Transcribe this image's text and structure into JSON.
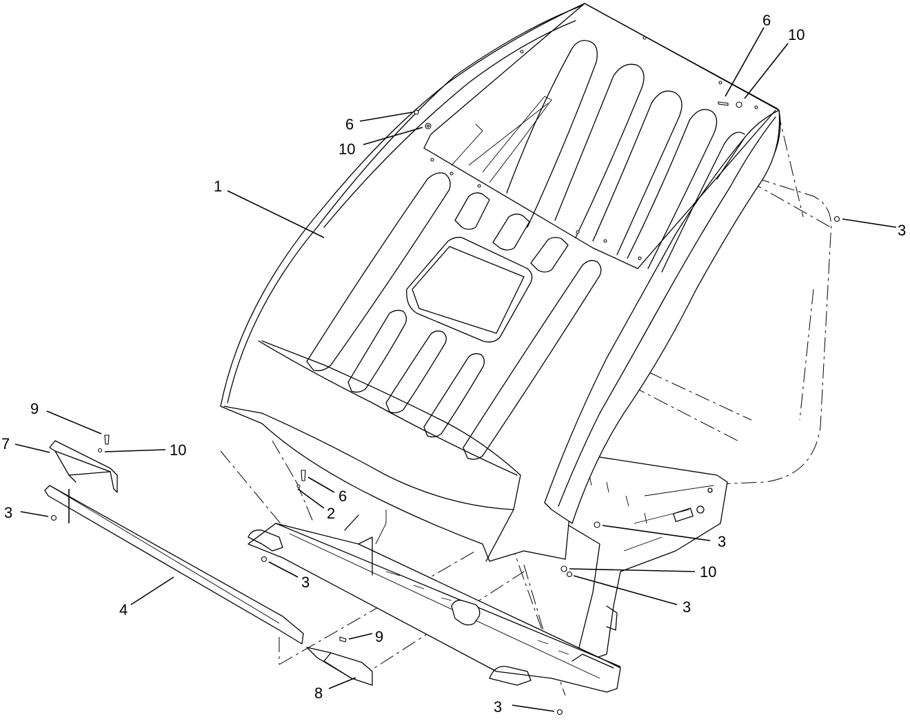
{
  "callouts": [
    {
      "id": "c1",
      "text": "1"
    },
    {
      "id": "c2",
      "text": "2"
    },
    {
      "id": "c3a",
      "text": "3"
    },
    {
      "id": "c3b",
      "text": "3"
    },
    {
      "id": "c3c",
      "text": "3"
    },
    {
      "id": "c3d",
      "text": "3"
    },
    {
      "id": "c3e",
      "text": "3"
    },
    {
      "id": "c3f",
      "text": "3"
    },
    {
      "id": "c4",
      "text": "4"
    },
    {
      "id": "c6a",
      "text": "6"
    },
    {
      "id": "c6b",
      "text": "6"
    },
    {
      "id": "c6c",
      "text": "6"
    },
    {
      "id": "c7",
      "text": "7"
    },
    {
      "id": "c8",
      "text": "8"
    },
    {
      "id": "c9a",
      "text": "9"
    },
    {
      "id": "c9b",
      "text": "9"
    },
    {
      "id": "c10a",
      "text": "10"
    },
    {
      "id": "c10b",
      "text": "10"
    },
    {
      "id": "c10c",
      "text": "10"
    },
    {
      "id": "c10d",
      "text": "10"
    }
  ],
  "colors": {
    "line": "#000000",
    "background": "#ffffff"
  }
}
